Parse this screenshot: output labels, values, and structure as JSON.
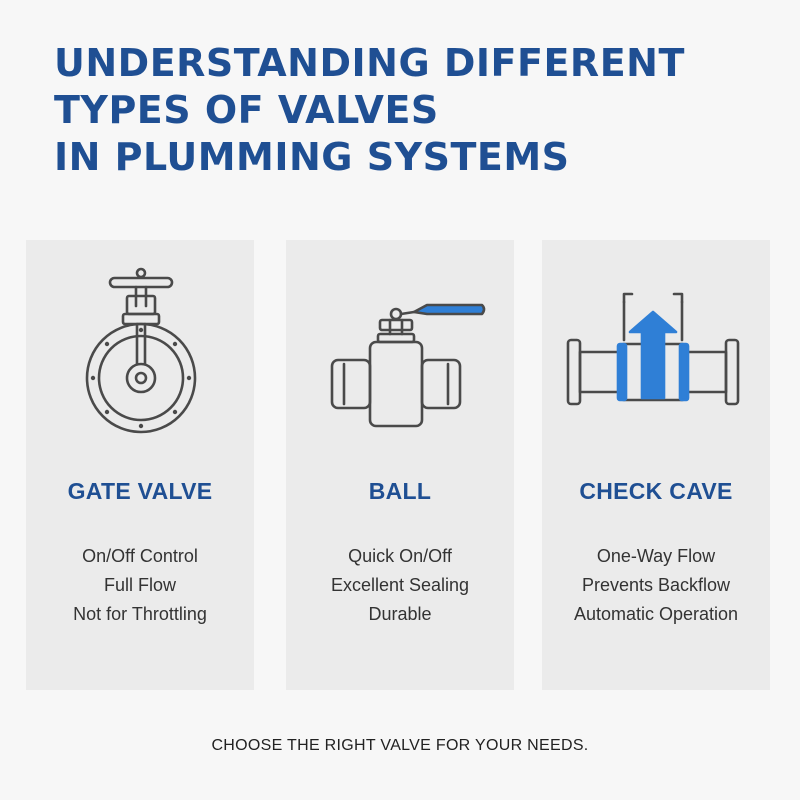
{
  "title_lines": [
    "UNDERSTANDING DIFFERENT",
    "TYPES OF VALVES",
    "IN PLUMMING SYSTEMS"
  ],
  "cards": [
    {
      "icon": "gate-valve-icon",
      "title": "GATE VALVE",
      "features": [
        "On/Off Control",
        "Full Flow",
        "Not for Throttling"
      ]
    },
    {
      "icon": "ball-valve-icon",
      "title": "BALL",
      "features": [
        "Quick On/Off",
        "Excellent Sealing",
        "Durable"
      ]
    },
    {
      "icon": "check-valve-icon",
      "title": "CHECK CAVE",
      "features": [
        "One-Way Flow",
        "Prevents Backflow",
        "Automatic Operation"
      ]
    }
  ],
  "footer": "CHOOSE THE RIGHT VALVE FOR YOUR NEEDS.",
  "colors": {
    "accent": "#1f4f93",
    "highlight": "#2f7fd6",
    "card_bg": "#ebebeb",
    "page_bg": "#f7f7f7",
    "icon_stroke": "#4a4a4a"
  }
}
